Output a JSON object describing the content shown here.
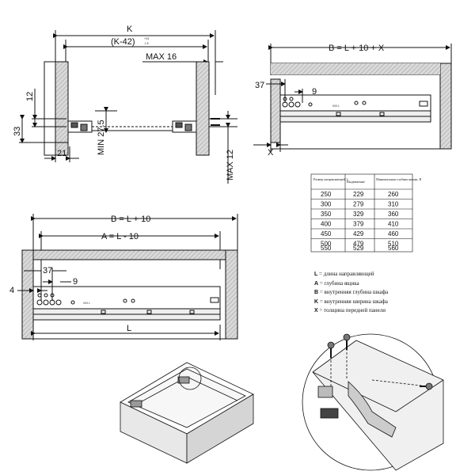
{
  "top_left": {
    "k": "K",
    "k_minus": "(K-42)",
    "tol_plus": "+0.5",
    "tol_minus": "-1.5",
    "max16": "MAX 16",
    "d12": "12",
    "d33": "33",
    "min275": "MIN 27.5",
    "d21": "21",
    "max12": "MAX 12"
  },
  "top_right": {
    "b_formula": "B = L + 10 + X",
    "d37": "37",
    "d9": "9",
    "x": "X",
    "rail_mark": "XXX L"
  },
  "bottom_left": {
    "b_formula": "B = L + 10",
    "a_formula": "A = L - 10",
    "d37": "37",
    "d9": "9",
    "d4": "4",
    "l": "L",
    "rail_mark": "XXX L"
  },
  "table": {
    "headers": [
      "Размер направляющей, L",
      "Выдвижение",
      "Минимальная глубина ящика, B"
    ],
    "rows": [
      [
        "250",
        "229",
        "260"
      ],
      [
        "300",
        "279",
        "310"
      ],
      [
        "350",
        "329",
        "360"
      ],
      [
        "400",
        "379",
        "410"
      ],
      [
        "450",
        "429",
        "460"
      ],
      [
        "500",
        "479",
        "510"
      ],
      [
        "550",
        "529",
        "560"
      ]
    ]
  },
  "legend": [
    {
      "key": "L",
      "text": " = длина направляющей"
    },
    {
      "key": "A",
      "text": " = глубина ящика"
    },
    {
      "key": "B",
      "text": " = внутренняя глубина шкафа"
    },
    {
      "key": "K",
      "text": " = внутренняя ширина шкафа"
    },
    {
      "key": "X",
      "text": " = толщина передней панели"
    }
  ]
}
